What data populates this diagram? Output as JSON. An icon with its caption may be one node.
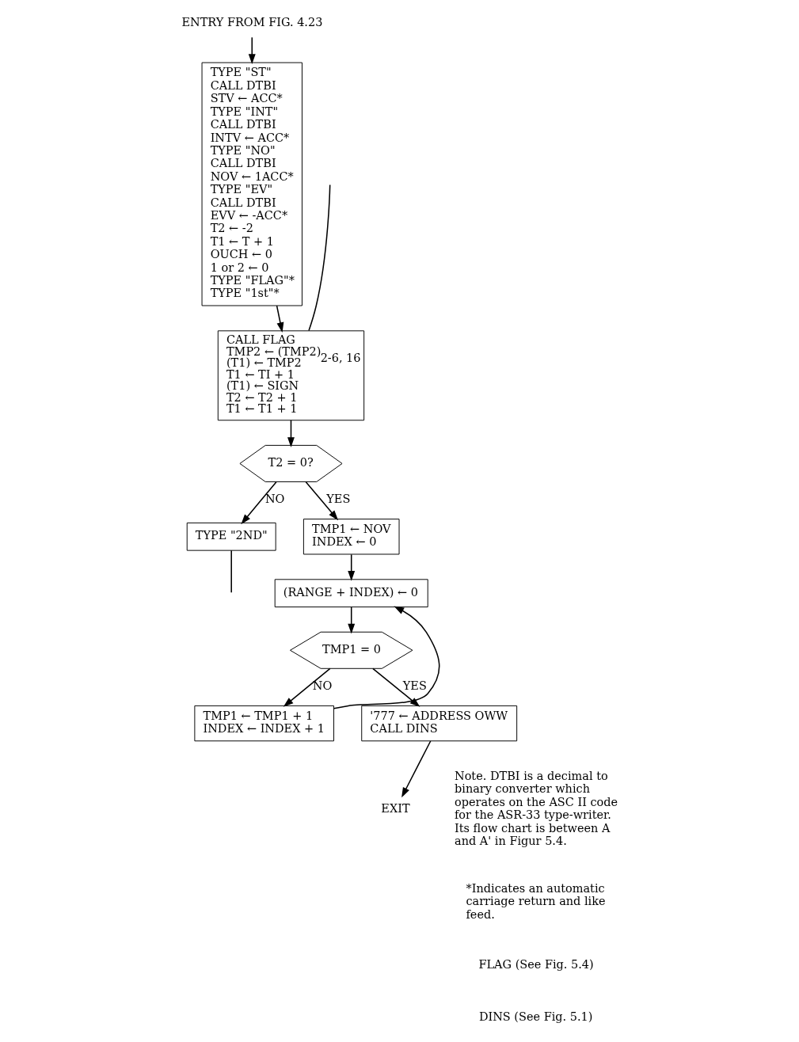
{
  "diagram": {
    "nodes": [
      {
        "text": [
          "ENTRY FROM FIG. 4.23"
        ]
      },
      {
        "text": [
          "TYPE \"ST\"",
          "CALL DTBI",
          "STV ← ACC*",
          "TYPE \"INT\"",
          "CALL DTBI",
          "INTV ← ACC*",
          "TYPE \"NO\"",
          "CALL DTBI",
          "NOV ← 1ACC*",
          "TYPE \"EV\"",
          "CALL DTBI",
          "EVV ← -ACC*",
          "T2 ← -2",
          "T1 ← T + 1",
          "OUCH ← 0",
          "1 or 2 ← 0",
          "TYPE \"FLAG\"*",
          "TYPE \"1st\"*"
        ]
      },
      {
        "text": [
          "CALL FLAG",
          "TMP2 ← (TMP2)$_{2-6, 16}$",
          "(T1) ← TMP2",
          "T1 ← TI + 1",
          "(T1) ← SIGN",
          "T2 ← T2 + 1",
          "T1 ← T1 + 1"
        ]
      },
      {
        "text": [
          "T2 = 0?"
        ]
      },
      {
        "text": [
          "TYPE \"2ND\""
        ]
      },
      {
        "text": [
          "TMP1 ← NOV",
          "INDEX ← 0"
        ]
      },
      {
        "text": [
          "(RANGE + INDEX) ← 0"
        ]
      },
      {
        "text": [
          "TMP1 = 0"
        ]
      },
      {
        "text": [
          "TMP1 ← TMP1 + 1",
          "INDEX ← INDEX + 1"
        ]
      },
      {
        "text": [
          "'777 ← ADDRESS OWW",
          "CALL DINS"
        ]
      },
      {
        "text": [
          "EXIT"
        ]
      }
    ],
    "edges": [
      {
        "from": 0,
        "to": 1,
        "arrow": "to"
      },
      {
        "from": 1,
        "to": 2,
        "arrow": "to"
      },
      {
        "from": 2,
        "to": 3,
        "arrow": "to"
      },
      {
        "from": 3,
        "to": 4,
        "arrow": "to",
        "label": "NO"
      },
      {
        "from": 3,
        "to": 5,
        "arrow": "to",
        "label": "YES"
      },
      {
        "from": 5,
        "to": 6,
        "arrow": "to"
      },
      {
        "from": 6,
        "to": 7,
        "arrow": "to"
      },
      {
        "from": 7,
        "to": 8,
        "arrow": "to",
        "label": "NO"
      },
      {
        "from": 8,
        "to": 6,
        "arrow": "to"
      },
      {
        "from": 7,
        "to": 9,
        "arrow": "to",
        "label": "YES"
      },
      {
        "from": 9,
        "to": 10,
        "arrow": "to"
      },
      {
        "from": 4,
        "to": null,
        "arrow": "none"
      },
      {
        "from": null,
        "to": 2,
        "arrow": "none"
      }
    ],
    "labels": [
      "Note. DTBI is a decimal to binary converter which operates on the ASC II code for the ASR-33 type-writer. Its flow chart is between A and A' in Figur 5.4.",
      "*Indicates an automatic carriage return and like feed.",
      "FLAG (See Fig. 5.4)",
      "DINS (See Fig. 5.1)"
    ]
  }
}
